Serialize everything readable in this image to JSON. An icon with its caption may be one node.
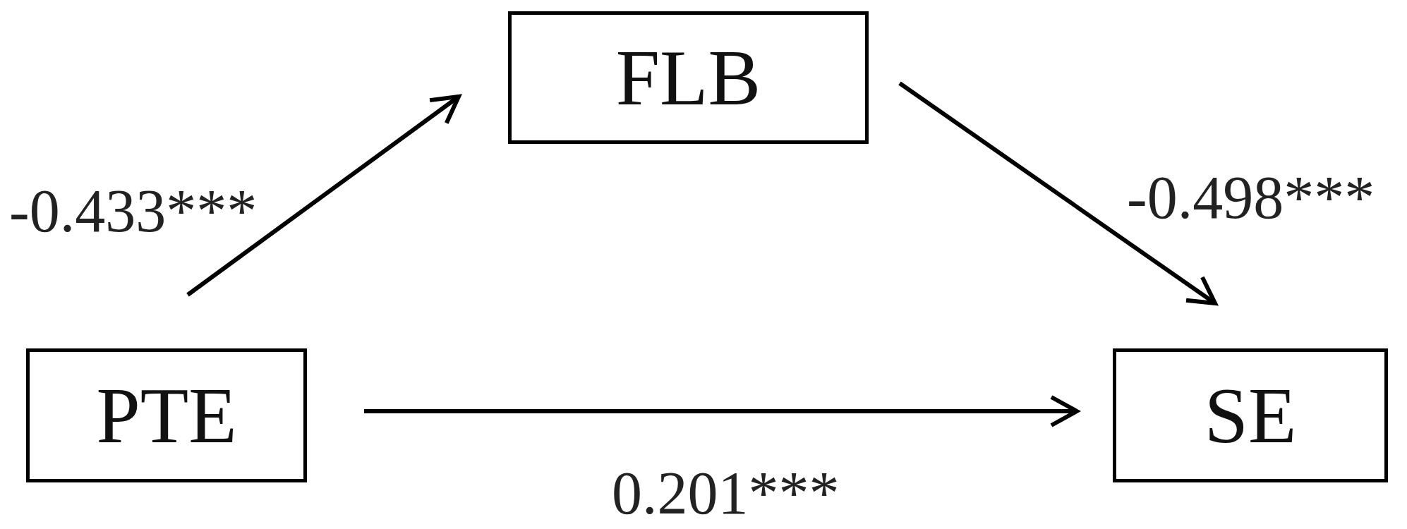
{
  "diagram": {
    "nodes": [
      {
        "text": [
          "FLB"
        ]
      },
      {
        "text": [
          "PTE"
        ]
      },
      {
        "text": [
          "SE"
        ]
      }
    ],
    "edges": [
      {
        "from": 1,
        "to": 0,
        "arrow": "to",
        "label": "-0.433***"
      },
      {
        "from": 0,
        "to": 2,
        "arrow": "to",
        "label": "-0.498***"
      },
      {
        "from": 1,
        "to": 2,
        "arrow": "to",
        "label": "0.201***"
      }
    ]
  }
}
